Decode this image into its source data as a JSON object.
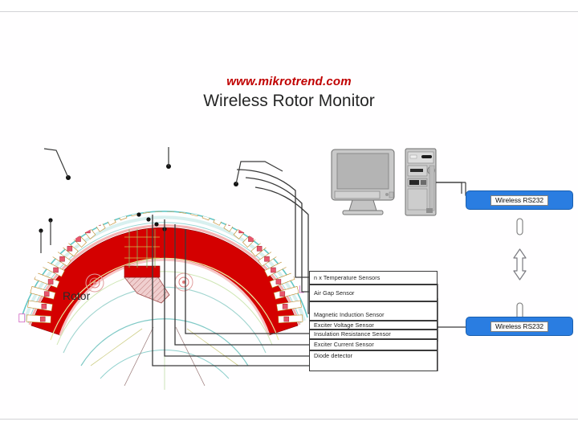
{
  "title": {
    "url": "www.mikrotrend.com",
    "heading": "Wireless Rotor Monitor"
  },
  "diagram": {
    "rotor_label": "Rotor",
    "sensors": [
      {
        "label": "n x Temperature Sensors"
      },
      {
        "label": "Air Gap Sensor"
      },
      {
        "label": "Magnetic Induction Sensor"
      },
      {
        "label": "Exciter Voltage Sensor"
      },
      {
        "label": "Insulation Resistance Sensor"
      },
      {
        "label": "Exciter Current Sensor"
      },
      {
        "label": "Diode detector"
      }
    ],
    "radios": [
      {
        "label": "Wireless RS232",
        "position": "top"
      },
      {
        "label": "Wireless RS232",
        "position": "bottom"
      }
    ]
  },
  "colors": {
    "radio_blue": "#2a7de1",
    "rotor_red": "#d40000",
    "rotor_cyan": "#63c6c6",
    "title_red": "#c00000",
    "line_gray": "#3a3a3a"
  }
}
